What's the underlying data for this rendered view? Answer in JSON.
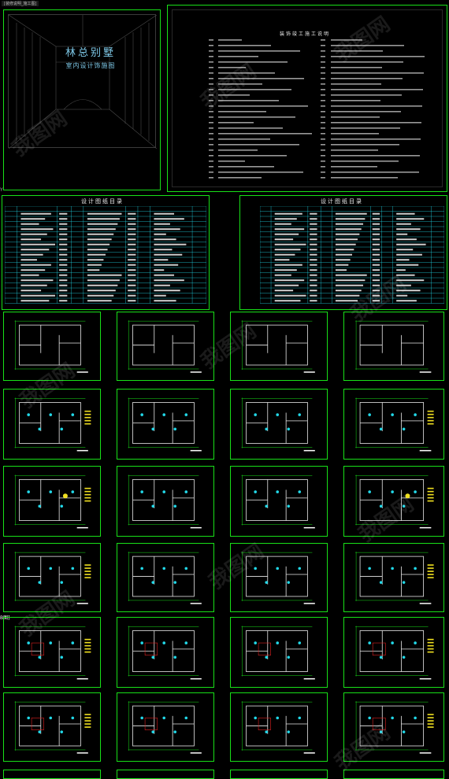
{
  "file_tab": "[装修说明_施工图]",
  "cover": {
    "title": "林总别墅",
    "subtitle": "室内设计饰施图"
  },
  "notes": {
    "title": "装饰竣工施工说明"
  },
  "index_left": {
    "title": "设计图纸目录"
  },
  "index_right": {
    "title": "设计图纸目录"
  },
  "axis_label": "Y",
  "side_label": "B图]",
  "watermark": "我图网",
  "colors": {
    "frame": "#18e018",
    "title": "#7ec9e8",
    "cyan": "#22d8e8"
  }
}
